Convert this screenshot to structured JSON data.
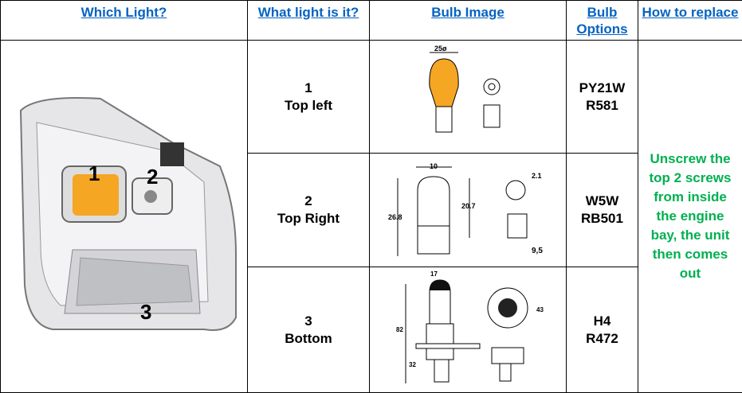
{
  "headers": [
    "Which Light?",
    "What light is it?",
    "Bulb Image",
    "Bulb Options",
    "How to replace"
  ],
  "headlight_labels": [
    "1",
    "2",
    "3"
  ],
  "rows": [
    {
      "num": "1",
      "position": "Top left",
      "options": [
        "PY21W",
        "R581"
      ],
      "diagram_labels": [
        "25ø"
      ]
    },
    {
      "num": "2",
      "position": "Top Right",
      "options": [
        "W5W",
        "RB501"
      ],
      "diagram_labels": [
        "10",
        "26.8",
        "20.7",
        "2.1",
        "9,5"
      ]
    },
    {
      "num": "3",
      "position": "Bottom",
      "options": [
        "H4",
        "R472"
      ],
      "diagram_labels": [
        "17",
        "82",
        "32",
        "43"
      ]
    }
  ],
  "replace_text": [
    "Unscrew the",
    "top 2 screws",
    "from inside",
    "the engine",
    "bay, the unit",
    "then comes",
    "out"
  ],
  "colors": {
    "header": "#0563c1",
    "replace": "#00b050",
    "amber": "#f5a623"
  }
}
